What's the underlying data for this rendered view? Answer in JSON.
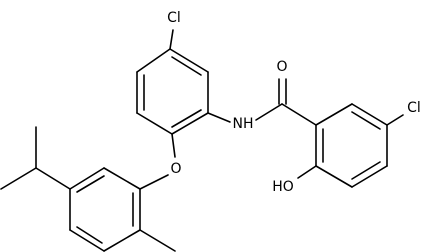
{
  "molecule": {
    "atoms": {
      "cl_top": "Cl",
      "cl_right": "Cl",
      "carbonyl_o": "O",
      "amide_n": "NH",
      "ether_o": "O",
      "hydroxyl": "HO"
    }
  }
}
